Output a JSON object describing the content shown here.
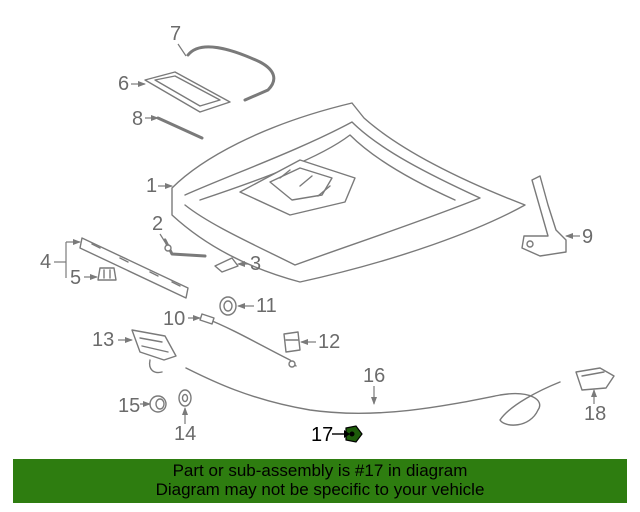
{
  "diagram": {
    "callouts": {
      "c1": "1",
      "c2": "2",
      "c3": "3",
      "c4": "4",
      "c5": "5",
      "c6": "6",
      "c7": "7",
      "c8": "8",
      "c9": "9",
      "c10": "10",
      "c11": "11",
      "c12": "12",
      "c13": "13",
      "c14": "14",
      "c15": "15",
      "c16": "16",
      "c17": "17",
      "c18": "18"
    },
    "highlighted_part": "17",
    "colors": {
      "line": "#7a7a7a",
      "label": "#6b6b6b",
      "highlight": "#2e7d10"
    }
  },
  "banner": {
    "line1": "Part or sub-assembly is #17 in diagram",
    "line2": "Diagram may not be specific to your vehicle",
    "background": "#2e7d10"
  }
}
